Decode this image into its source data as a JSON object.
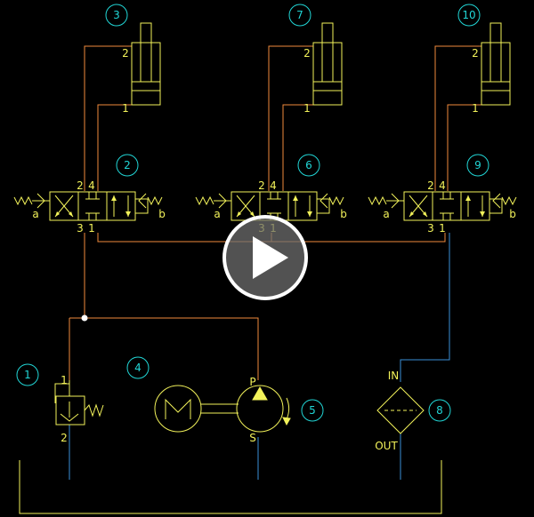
{
  "colors": {
    "background": "#000000",
    "component": "#f2f25a",
    "pressure_line": "#f08a3c",
    "return_line": "#3a8fd8",
    "tank_line": "#f2f25a",
    "callout": "#21d6d6",
    "port_label": "#f2f25a",
    "play_button": "#ffffff"
  },
  "callouts": {
    "c1": "1",
    "c2": "2",
    "c3": "3",
    "c4": "4",
    "c5": "5",
    "c6": "6",
    "c7": "7",
    "c8": "8",
    "c9": "9",
    "c10": "10"
  },
  "cylinders": [
    {
      "port_top": "2",
      "port_bottom": "1"
    },
    {
      "port_top": "2",
      "port_bottom": "1"
    },
    {
      "port_top": "2",
      "port_bottom": "1"
    }
  ],
  "valves": [
    {
      "port_2": "2",
      "port_4": "4",
      "port_3": "3",
      "port_1": "1",
      "solenoid_a": "a",
      "solenoid_b": "b"
    },
    {
      "port_2": "2",
      "port_4": "4",
      "port_3": "3",
      "port_1": "1",
      "solenoid_a": "a",
      "solenoid_b": "b"
    },
    {
      "port_2": "2",
      "port_4": "4",
      "port_3": "3",
      "port_1": "1",
      "solenoid_a": "a",
      "solenoid_b": "b"
    }
  ],
  "relief_valve": {
    "port_in": "1",
    "port_out": "2"
  },
  "pump": {
    "port_p": "P",
    "port_s": "S"
  },
  "filter": {
    "port_in": "IN",
    "port_out": "OUT"
  },
  "overlay": {
    "icon": "play-icon"
  }
}
